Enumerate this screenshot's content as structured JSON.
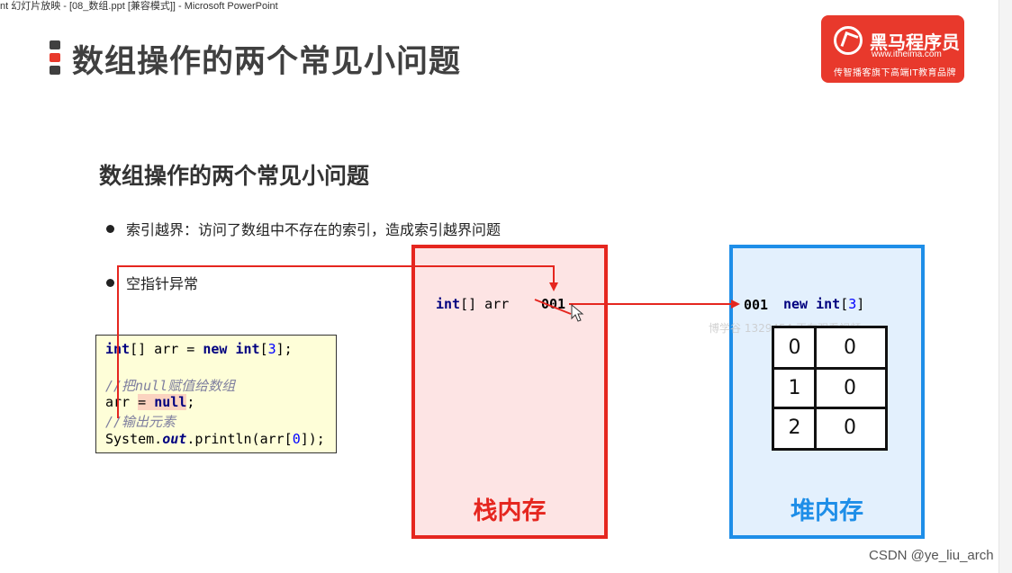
{
  "window": {
    "title": "nt 幻灯片放映 - [08_数组.ppt [兼容模式]] - Microsoft PowerPoint"
  },
  "colors": {
    "brand_red": "#e8392c",
    "stack_border": "#e5261f",
    "stack_fill": "#fde4e4",
    "heap_border": "#1e8ee8",
    "heap_fill": "#e3f0fd",
    "arrow": "#e5261f"
  },
  "slide": {
    "title": "数组操作的两个常见小问题",
    "logo": {
      "name": "黑马程序员",
      "url": "www.itheima.com",
      "slogan": "传智播客旗下高端IT教育品牌"
    },
    "heading": "数组操作的两个常见小问题",
    "bullets": [
      "索引越界：访问了数组中不存在的索引，造成索引越界问题",
      "空指针异常"
    ],
    "code": {
      "line1": {
        "kw1": "int",
        "p1": "[] arr = ",
        "kw2": "new",
        "sp": " ",
        "kw3": "int",
        "lb": "[",
        "num": "3",
        "rb": "];"
      },
      "comment1": "//把null赋值给数组",
      "line3": {
        "pre": "arr ",
        "hl": "= ",
        "kw": "null",
        "post": ";"
      },
      "comment2": "//输出元素",
      "line5": {
        "pre": "System.",
        "it": "out",
        "mid": ".println(arr[",
        "num": "0",
        "post": "]);"
      }
    },
    "stack": {
      "label": "栈内存",
      "decl_kw": "int",
      "decl_rest": "[] arr",
      "address": "001"
    },
    "heap": {
      "label": "堆内存",
      "address": "001",
      "new_kw": "new",
      "type_kw": "int",
      "size_open": "[",
      "size": "3",
      "size_close": "]",
      "array": [
        {
          "index": "0",
          "value": "0"
        },
        {
          "index": "1",
          "value": "0"
        },
        {
          "index": "2",
          "value": "0"
        }
      ]
    }
  },
  "watermark": "博学谷 1329454 正在观看视频",
  "csdn_credit": "CSDN @ye_liu_arch"
}
